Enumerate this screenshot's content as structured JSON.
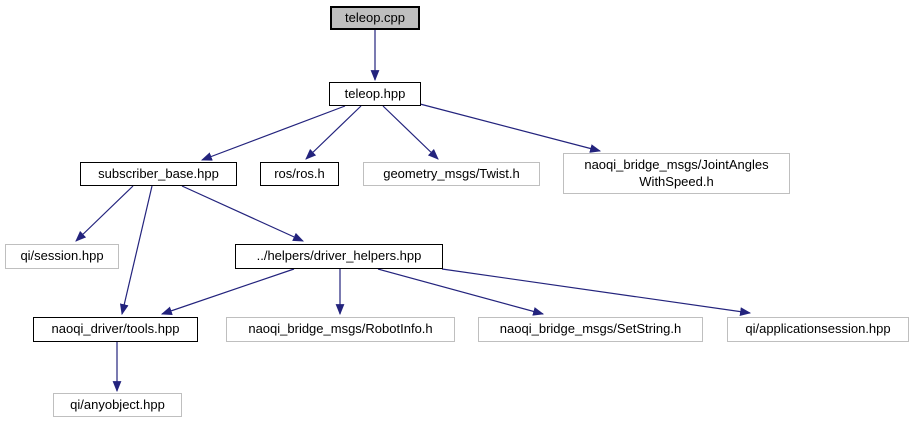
{
  "diagram": {
    "type": "include-dependency-graph",
    "colors": {
      "background": "#ffffff",
      "edge": "#23237d",
      "node_fill": "#ffffff",
      "root_node_fill": "#bfbfbf",
      "linked_node_border": "#000000",
      "unlinked_node_border": "#bfbfbf",
      "text": "#000000"
    }
  },
  "nodes": [
    {
      "label": "teleop.cpp"
    },
    {
      "label": "teleop.hpp"
    },
    {
      "label": "subscriber_base.hpp"
    },
    {
      "label": "ros/ros.h"
    },
    {
      "label": "geometry_msgs/Twist.h"
    },
    {
      "label_line1": "naoqi_bridge_msgs/JointAngles",
      "label_line2": "WithSpeed.h"
    },
    {
      "label": "qi/session.hpp"
    },
    {
      "label": "../helpers/driver_helpers.hpp"
    },
    {
      "label": "naoqi_driver/tools.hpp"
    },
    {
      "label": "naoqi_bridge_msgs/RobotInfo.h"
    },
    {
      "label": "naoqi_bridge_msgs/SetString.h"
    },
    {
      "label": "qi/applicationsession.hpp"
    },
    {
      "label": "qi/anyobject.hpp"
    }
  ],
  "edges": [
    {
      "from": "teleop.cpp",
      "to": "teleop.hpp"
    },
    {
      "from": "teleop.hpp",
      "to": "subscriber_base.hpp"
    },
    {
      "from": "teleop.hpp",
      "to": "ros/ros.h"
    },
    {
      "from": "teleop.hpp",
      "to": "geometry_msgs/Twist.h"
    },
    {
      "from": "teleop.hpp",
      "to": "naoqi_bridge_msgs/JointAnglesWithSpeed.h"
    },
    {
      "from": "subscriber_base.hpp",
      "to": "qi/session.hpp"
    },
    {
      "from": "subscriber_base.hpp",
      "to": "naoqi_driver/tools.hpp"
    },
    {
      "from": "subscriber_base.hpp",
      "to": "../helpers/driver_helpers.hpp"
    },
    {
      "from": "../helpers/driver_helpers.hpp",
      "to": "naoqi_driver/tools.hpp"
    },
    {
      "from": "../helpers/driver_helpers.hpp",
      "to": "naoqi_bridge_msgs/RobotInfo.h"
    },
    {
      "from": "../helpers/driver_helpers.hpp",
      "to": "naoqi_bridge_msgs/SetString.h"
    },
    {
      "from": "../helpers/driver_helpers.hpp",
      "to": "qi/applicationsession.hpp"
    },
    {
      "from": "naoqi_driver/tools.hpp",
      "to": "qi/anyobject.hpp"
    }
  ]
}
